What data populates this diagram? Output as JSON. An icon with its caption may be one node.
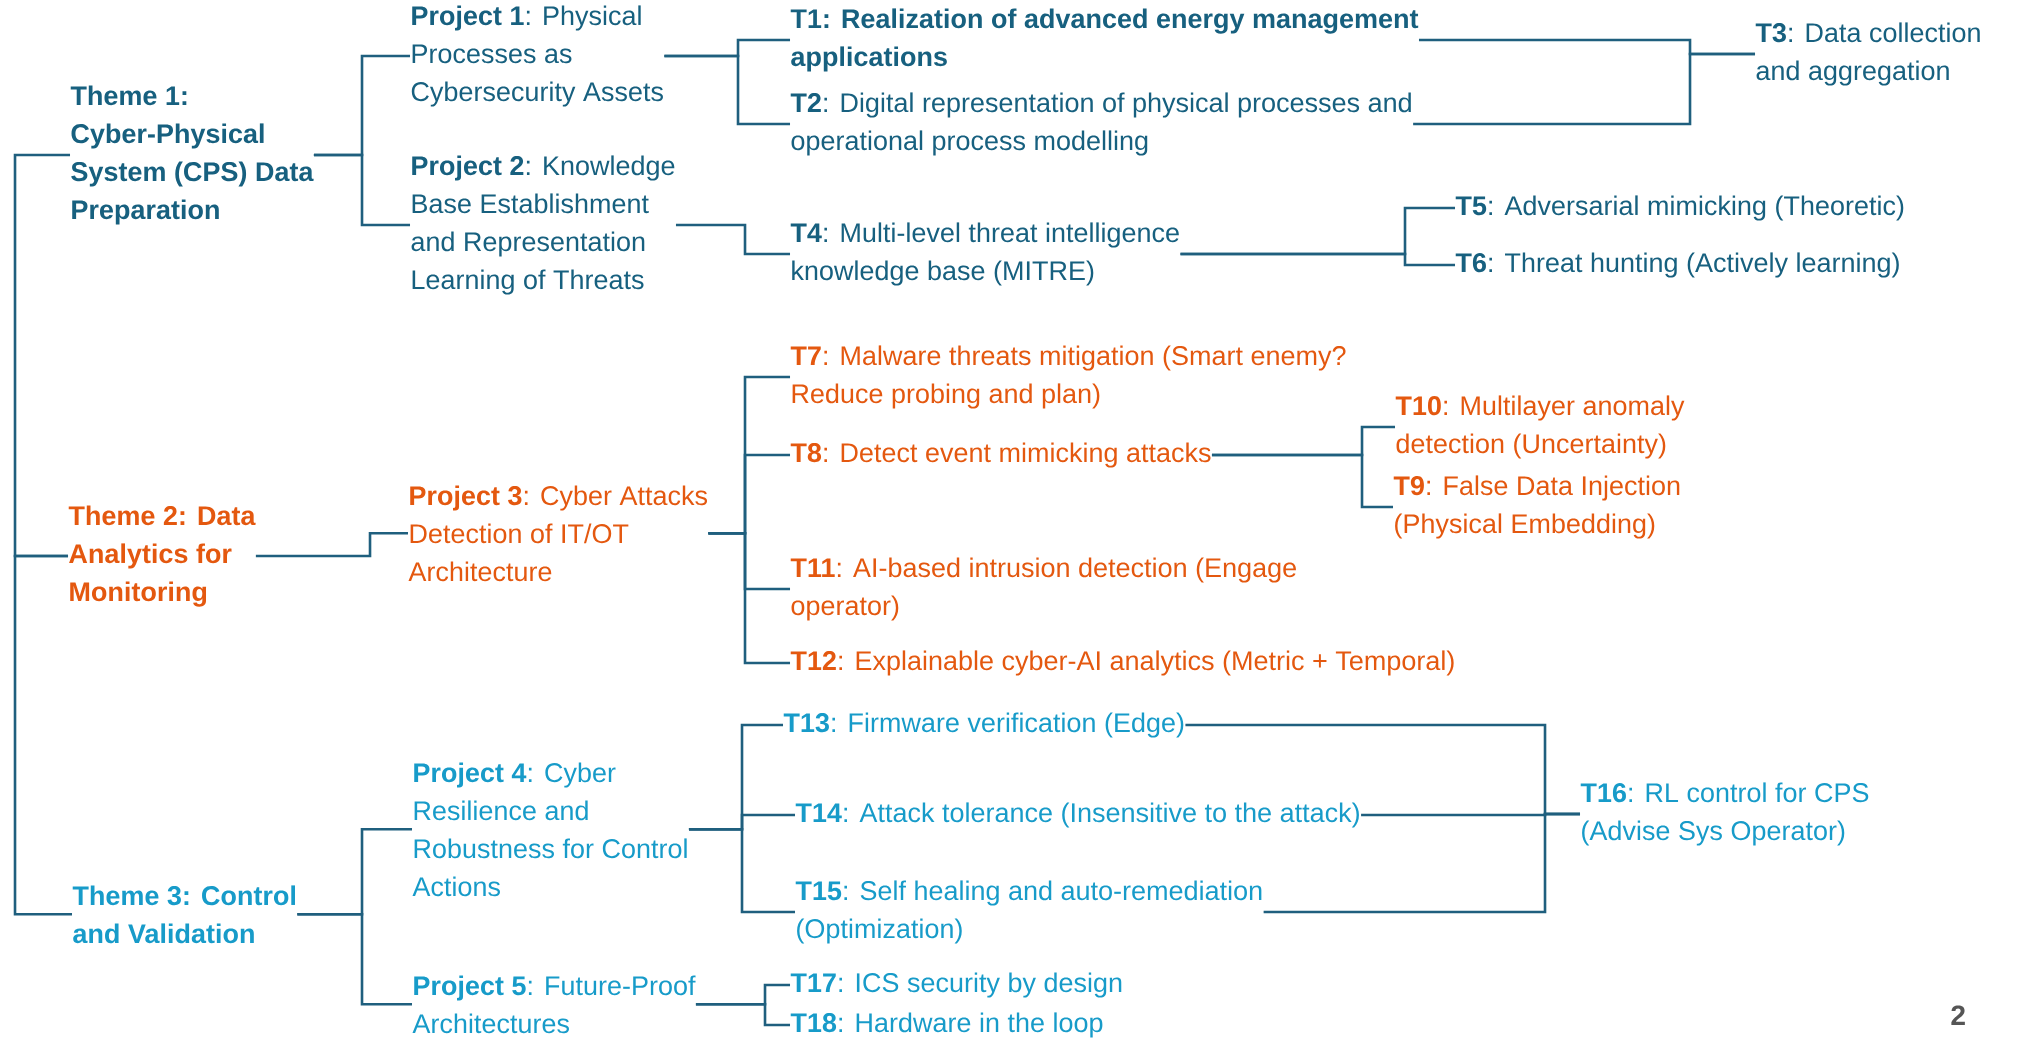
{
  "diagram": {
    "nodes": [
      {
        "text": [
          "Theme 1: Cyber-Physical System (CPS) Data Preparation"
        ]
      },
      {
        "text": [
          "**Project 1**: Physical Processes as Cybersecurity Assets"
        ]
      },
      {
        "text": [
          "**Project 2**: Knowledge Base Establishment and Representation Learning of Threats"
        ]
      },
      {
        "text": [
          "T1: Realization of advanced energy management applications"
        ]
      },
      {
        "text": [
          "**T2**: Digital representation of physical processes and operational process modelling"
        ]
      },
      {
        "text": [
          "**T3**: Data collection and aggregation"
        ]
      },
      {
        "text": [
          "**T4**: Multi-level threat intelligence knowledge base (MITRE)"
        ]
      },
      {
        "text": [
          "**T5**: Adversarial mimicking (Theoretic)"
        ]
      },
      {
        "text": [
          "**T6**: Threat hunting (Actively learning)"
        ]
      },
      {
        "text": [
          "Theme 2: Data Analytics for Monitoring"
        ]
      },
      {
        "text": [
          "**Project 3**: Cyber Attacks Detection of IT/OT Architecture"
        ]
      },
      {
        "text": [
          "**T7**: Malware threats mitigation (Smart enemy? Reduce probing and plan)"
        ]
      },
      {
        "text": [
          "**T8**: Detect event mimicking attacks"
        ]
      },
      {
        "text": [
          "**T10**: Multilayer anomaly detection (Uncertainty)"
        ]
      },
      {
        "text": [
          "**T9**: False Data Injection (Physical Embedding)"
        ]
      },
      {
        "text": [
          "**T11**: AI-based intrusion detection (Engage operator)"
        ]
      },
      {
        "text": [
          "**T12**: Explainable cyber-AI analytics (Metric + Temporal)"
        ]
      },
      {
        "text": [
          "Theme 3: Control and Validation"
        ]
      },
      {
        "text": [
          "**Project 4**: Cyber Resilience and Robustness for Control Actions"
        ]
      },
      {
        "text": [
          "**T13**: Firmware verification (Edge)"
        ]
      },
      {
        "text": [
          "**T14**: Attack tolerance (Insensitive to the attack)"
        ]
      },
      {
        "text": [
          "**T15**: Self healing and auto-remediation (Optimization)"
        ]
      },
      {
        "text": [
          "**T16**: RL control for CPS (Advise Sys Operator)"
        ]
      },
      {
        "text": [
          "**Project 5**: Future-Proof Architectures"
        ]
      },
      {
        "text": [
          "**T17**: ICS security by design"
        ]
      },
      {
        "text": [
          "**T18**: Hardware in the loop"
        ]
      }
    ],
    "edges": [
      {
        "from": 0,
        "to": 9,
        "arrow": "none"
      },
      {
        "from": 9,
        "to": 17,
        "arrow": "none"
      },
      {
        "from": 0,
        "to": 1,
        "arrow": "none"
      },
      {
        "from": 0,
        "to": 2,
        "arrow": "none"
      },
      {
        "from": 1,
        "to": 3,
        "arrow": "none"
      },
      {
        "from": 1,
        "to": 4,
        "arrow": "none"
      },
      {
        "from": 3,
        "to": 5,
        "arrow": "none"
      },
      {
        "from": 4,
        "to": 5,
        "arrow": "none"
      },
      {
        "from": 2,
        "to": 6,
        "arrow": "none"
      },
      {
        "from": 6,
        "to": 7,
        "arrow": "none"
      },
      {
        "from": 6,
        "to": 8,
        "arrow": "none"
      },
      {
        "from": 9,
        "to": 10,
        "arrow": "none"
      },
      {
        "from": 10,
        "to": 11,
        "arrow": "none"
      },
      {
        "from": 10,
        "to": 12,
        "arrow": "none"
      },
      {
        "from": 10,
        "to": 15,
        "arrow": "none"
      },
      {
        "from": 10,
        "to": 16,
        "arrow": "none"
      },
      {
        "from": 12,
        "to": 13,
        "arrow": "none"
      },
      {
        "from": 12,
        "to": 14,
        "arrow": "none"
      },
      {
        "from": 17,
        "to": 18,
        "arrow": "none"
      },
      {
        "from": 17,
        "to": 23,
        "arrow": "none"
      },
      {
        "from": 18,
        "to": 19,
        "arrow": "none"
      },
      {
        "from": 18,
        "to": 20,
        "arrow": "none"
      },
      {
        "from": 18,
        "to": 21,
        "arrow": "none"
      },
      {
        "from": 19,
        "to": 22,
        "arrow": "none"
      },
      {
        "from": 20,
        "to": 22,
        "arrow": "none"
      },
      {
        "from": 21,
        "to": 22,
        "arrow": "none"
      },
      {
        "from": 23,
        "to": 24,
        "arrow": "none"
      },
      {
        "from": 23,
        "to": 25,
        "arrow": "none"
      }
    ],
    "labels": [
      "2"
    ]
  }
}
